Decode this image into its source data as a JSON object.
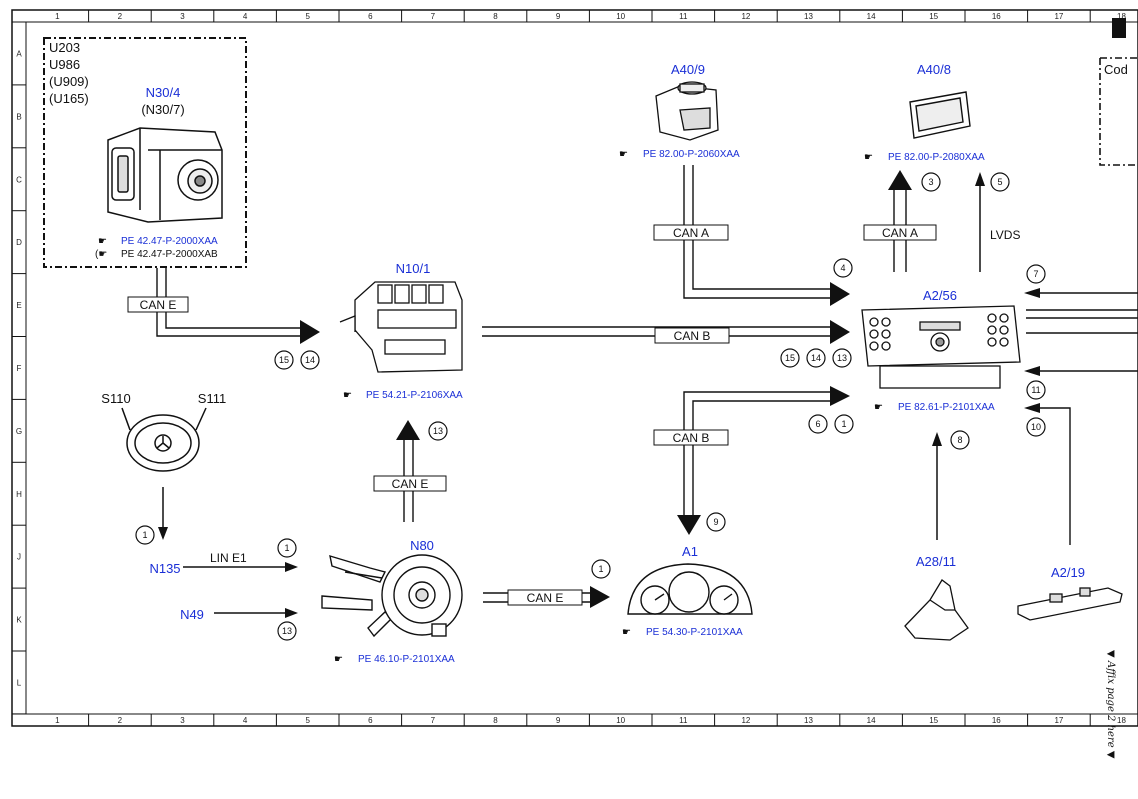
{
  "grid": {
    "cols": [
      "1",
      "2",
      "3",
      "4",
      "5",
      "6",
      "7",
      "8",
      "9",
      "10",
      "11",
      "12",
      "13",
      "14",
      "15",
      "16",
      "17",
      "18"
    ],
    "rows": [
      "A",
      "B",
      "C",
      "D",
      "E",
      "F",
      "G",
      "H",
      "J",
      "K",
      "L"
    ]
  },
  "vehicle_codes": [
    "U203",
    "U986",
    "(U909)",
    "(U165)"
  ],
  "components": {
    "n30_4": "N30/4",
    "n30_7": "(N30/7)",
    "n10_1": "N10/1",
    "a40_9": "A40/9",
    "a40_8": "A40/8",
    "a2_56": "A2/56",
    "s110": "S110",
    "s111": "S111",
    "n135": "N135",
    "n49": "N49",
    "n80": "N80",
    "a1": "A1",
    "a28_11": "A28/11",
    "a2_19": "A2/19"
  },
  "refs": {
    "n30_a": "PE 42.47-P-2000XAA",
    "n30_b": "PE 42.47-P-2000XAB",
    "n10_1": "PE 54.21-P-2106XAA",
    "a40_9": "PE 82.00-P-2060XAA",
    "a40_8": "PE 82.00-P-2080XAA",
    "a2_56": "PE 82.61-P-2101XAA",
    "n80": "PE 46.10-P-2101XAA",
    "a1": "PE 54.30-P-2101XAA"
  },
  "buses": {
    "can_e": "CAN E",
    "can_b": "CAN B",
    "can_a": "CAN A",
    "lin_e1": "LIN E1",
    "lvds": "LVDS"
  },
  "markers": {
    "m1": "1",
    "m3": "3",
    "m4": "4",
    "m5": "5",
    "m6": "6",
    "m7": "7",
    "m8": "8",
    "m9": "9",
    "m10": "10",
    "m11": "11",
    "m13": "13",
    "m14": "14",
    "m15": "15"
  },
  "side_note": "▼ Affix page 2 here ▼",
  "cod_label": "Cod",
  "colors": {
    "component_label": "#1a2fd6",
    "line": "#111111"
  }
}
